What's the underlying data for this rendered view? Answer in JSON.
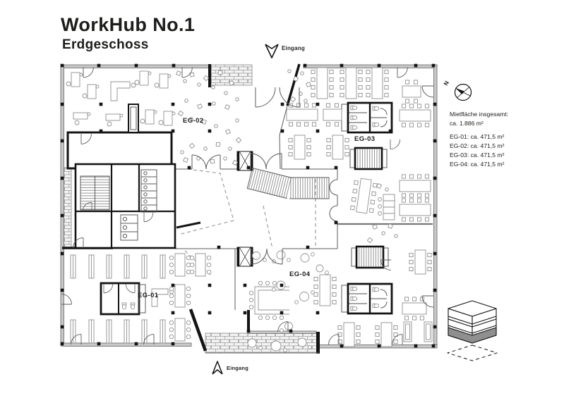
{
  "header": {
    "title": "WorkHub No.1",
    "subtitle": "Erdgeschoss"
  },
  "entrances": {
    "top": "Eingang",
    "bottom": "Eingang"
  },
  "compass": {
    "north": "N"
  },
  "zones": {
    "eg01": "EG-01",
    "eg02": "EG-02",
    "eg03": "EG-03",
    "eg04": "EG-04"
  },
  "legend": {
    "total_label": "Mietfläche insgesamt:",
    "total_value": "ca. 1.886 m²",
    "areas": [
      "EG-01: ca. 471,5 m²",
      "EG-02: ca. 471,5 m²",
      "EG-03: ca. 471,5 m²",
      "EG-04: ca. 471,5 m²"
    ]
  },
  "colors": {
    "ink": "#1d1d1b",
    "wall": "#141414",
    "glass": "#5a5a5a",
    "furniture": "#909090",
    "brick_fill": "#f3f3f3",
    "floor_highlight": "#8f8f8f",
    "background": "#ffffff"
  }
}
